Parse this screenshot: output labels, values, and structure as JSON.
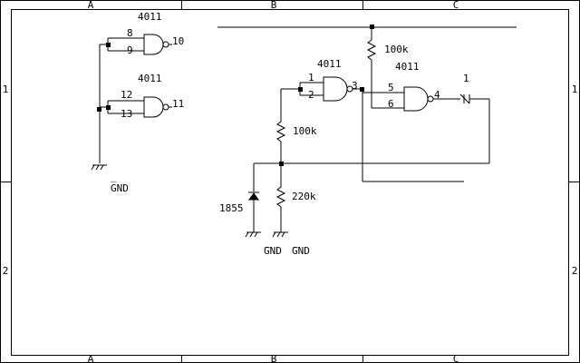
{
  "border": {
    "col_labels": [
      "A",
      "B",
      "C"
    ],
    "row_labels": [
      "1",
      "2"
    ]
  },
  "gates": [
    {
      "part": "4011",
      "in_a": "8",
      "in_b": "9",
      "out": "10"
    },
    {
      "part": "4011",
      "in_a": "12",
      "in_b": "13",
      "out": "11"
    },
    {
      "part": "4011",
      "in_a": "1",
      "in_b": "2",
      "out": "3"
    },
    {
      "part": "4011",
      "in_a": "5",
      "in_b": "6",
      "out": "4"
    }
  ],
  "resistors": [
    {
      "value": "100k"
    },
    {
      "value": "100k"
    },
    {
      "value": "220k"
    }
  ],
  "diode": {
    "label": "1855"
  },
  "output_pin": {
    "label": "1"
  },
  "grounds": [
    {
      "label": "GND",
      "overbar": "_"
    },
    {
      "label": "GND",
      "overbar": "_"
    },
    {
      "label": "GND",
      "overbar": "_"
    }
  ]
}
